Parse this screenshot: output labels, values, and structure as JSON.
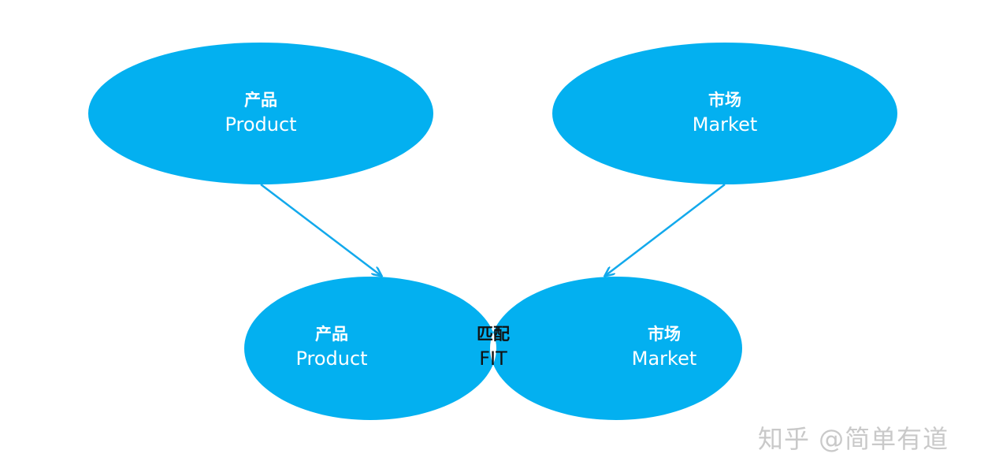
{
  "colors": {
    "node_fill": "#03b0f0",
    "arrow": "#12a9ec",
    "overlap_fill": "#ffffff",
    "watermark": "#c9c9c9"
  },
  "nodes": {
    "product_top": {
      "cn": "产品",
      "en": "Product"
    },
    "market_top": {
      "cn": "市场",
      "en": "Market"
    },
    "product_bottom": {
      "cn": "产品",
      "en": "Product"
    },
    "market_bottom": {
      "cn": "市场",
      "en": "Market"
    },
    "fit": {
      "cn": "匹配",
      "en": "FIT"
    }
  },
  "watermark": "知乎 @简单有道"
}
